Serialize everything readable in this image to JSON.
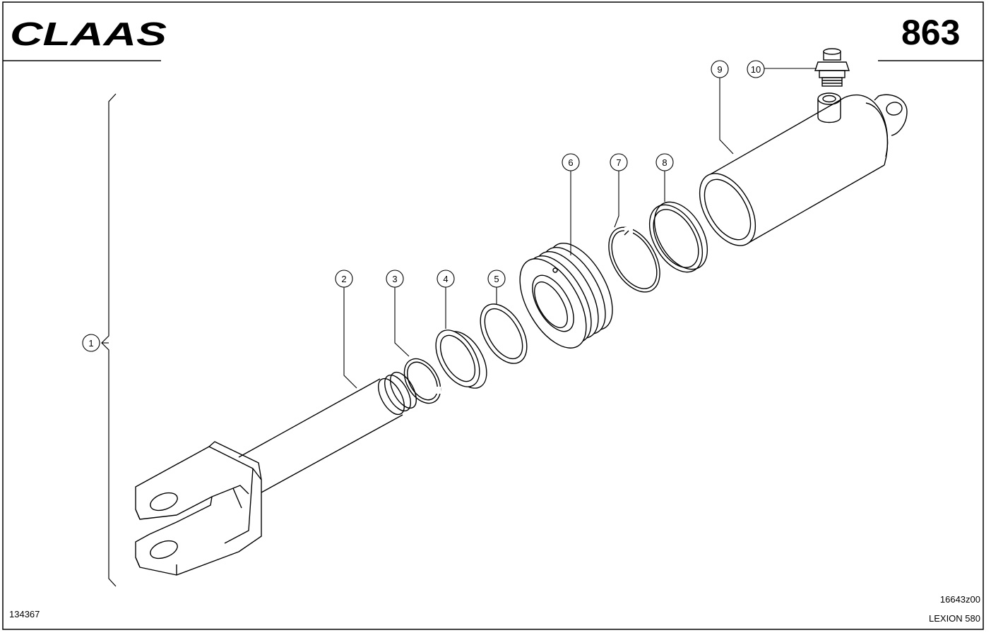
{
  "header": {
    "brand": "CLAAS",
    "page_number": "863"
  },
  "callouts": [
    {
      "num": "1"
    },
    {
      "num": "2"
    },
    {
      "num": "3"
    },
    {
      "num": "4"
    },
    {
      "num": "5"
    },
    {
      "num": "6"
    },
    {
      "num": "7"
    },
    {
      "num": "8"
    },
    {
      "num": "9"
    },
    {
      "num": "10"
    }
  ],
  "footer": {
    "left_code": "134367",
    "drawing_code": "16643z00",
    "model": "LEXION 580"
  }
}
